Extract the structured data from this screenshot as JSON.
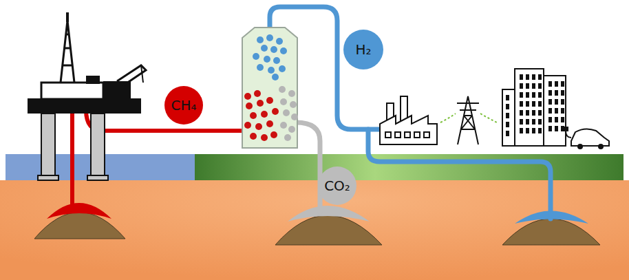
{
  "diagram": {
    "nodes": [
      {
        "text": [
          "CH₄"
        ]
      },
      {
        "text": [
          "H₂"
        ]
      },
      {
        "text": [
          "CO₂"
        ]
      }
    ]
  }
}
